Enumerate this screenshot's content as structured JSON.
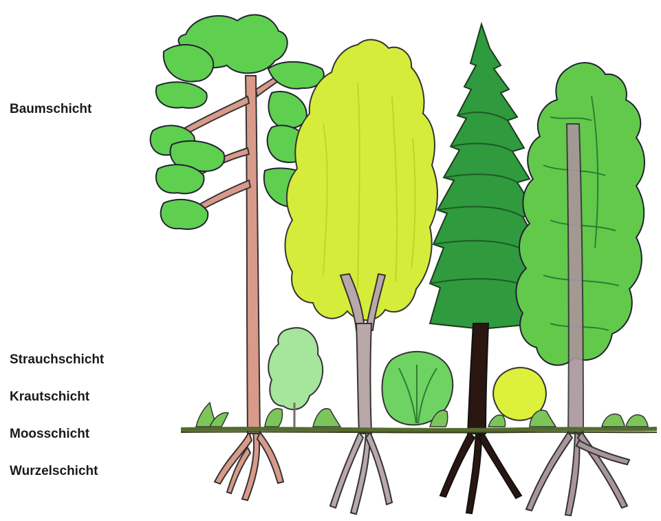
{
  "layers": [
    {
      "label": "Baumschicht"
    },
    {
      "label": "Strauchschicht"
    },
    {
      "label": "Krautschicht"
    },
    {
      "label": "Moosschicht"
    },
    {
      "label": "Wurzelschicht"
    }
  ],
  "trees": [
    {
      "name": "pine-tree",
      "crown_color": "#5fcf4f",
      "trunk_color": "#d99a8a"
    },
    {
      "name": "birch-tree",
      "crown_color": "#d6ec3a",
      "trunk_color": "#b9a7a9"
    },
    {
      "name": "spruce-tree",
      "crown_color": "#2f9a3e",
      "trunk_color": "#2a1712"
    },
    {
      "name": "beech-tree",
      "crown_color": "#63c94b",
      "trunk_color": "#a9969a"
    }
  ],
  "ground_color": "#556b2f"
}
